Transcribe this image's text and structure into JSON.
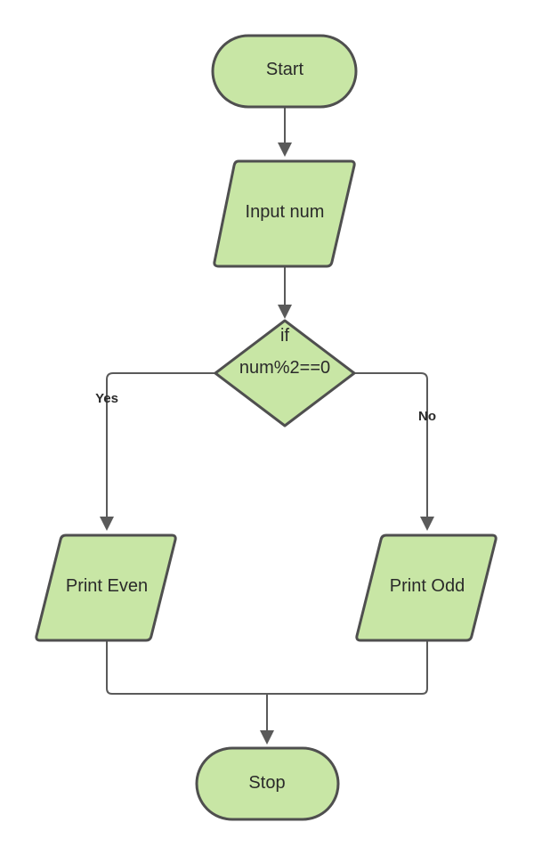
{
  "colors": {
    "node_fill": "#c8e6a5",
    "node_stroke": "#4f4f4f",
    "connector": "#5a5a5a",
    "text": "#2a2a2a",
    "background": "#ffffff"
  },
  "nodes": {
    "start": {
      "shape": "terminal",
      "label": "Start"
    },
    "input": {
      "shape": "parallelogram",
      "label": "Input num"
    },
    "decision": {
      "shape": "diamond",
      "label_line1": "if",
      "label_line2": "num%2==0"
    },
    "print_even": {
      "shape": "parallelogram",
      "label": "Print Even"
    },
    "print_odd": {
      "shape": "parallelogram",
      "label": "Print Odd"
    },
    "stop": {
      "shape": "terminal",
      "label": "Stop"
    }
  },
  "edges": {
    "yes_label": "Yes",
    "no_label": "No"
  }
}
